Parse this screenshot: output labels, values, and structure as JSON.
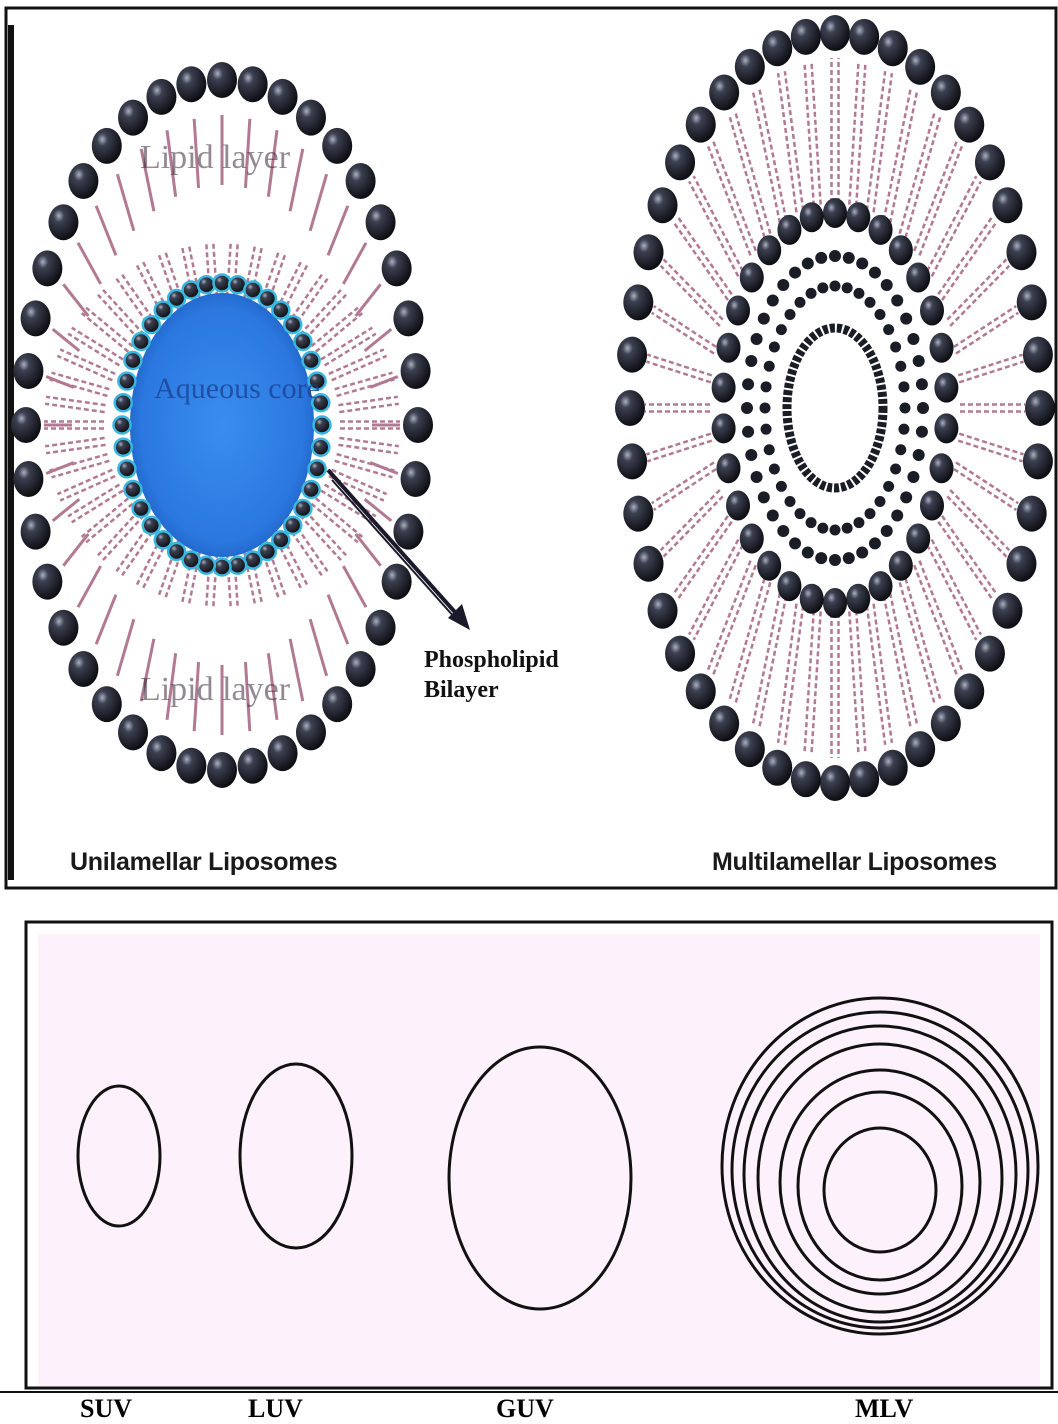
{
  "top_panel": {
    "left_title": "Unilamellar Liposomes",
    "right_title": "Multilamellar Liposomes",
    "core_label": "Aqueous core",
    "lipid_layer_label": "Lipid layer",
    "bilayer_label_line1": "Phospholipid",
    "bilayer_label_line2": "Bilayer",
    "colors": {
      "head": "#1b1d26",
      "tail": "#b27a92",
      "core": "#2f7fe6",
      "inner_head": "#3ab7e0"
    }
  },
  "bottom_panel": {
    "background": "#fdf2fb",
    "types": [
      {
        "key": "suv",
        "label": "SUV",
        "rings": 1
      },
      {
        "key": "luv",
        "label": "LUV",
        "rings": 1
      },
      {
        "key": "guv",
        "label": "GUV",
        "rings": 1
      },
      {
        "key": "mlv",
        "label": "MLV",
        "rings": 7
      }
    ]
  }
}
